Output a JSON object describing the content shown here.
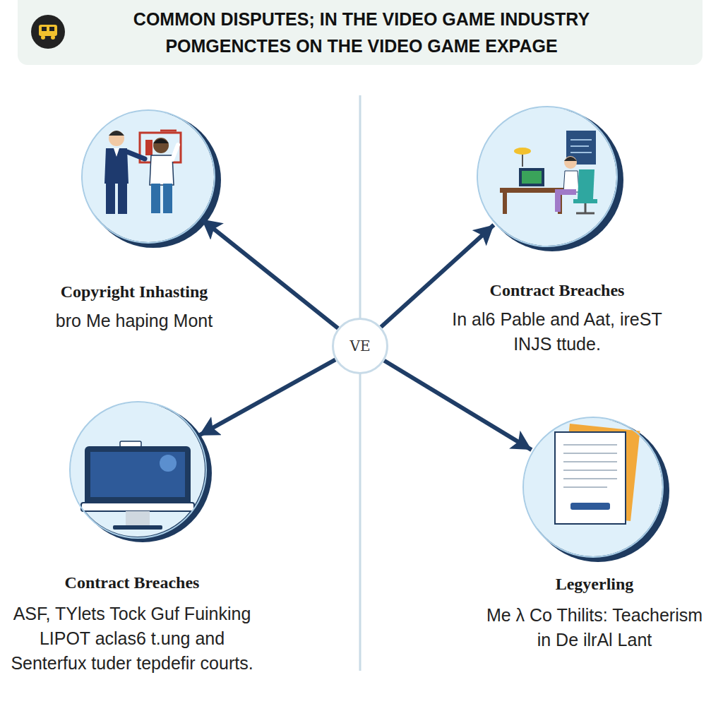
{
  "diagram": {
    "title": "COMMON DISPUTES; IN THE VIDEO GAME INDUSTRY POMGENCTES ON THE VIDEO GAME EXPAGE",
    "nodes": [
      {
        "text": [
          "Copyright Inhasting",
          "bro Me haping Mont"
        ]
      },
      {
        "text": [
          "Contract Breaches",
          "In al6 Pable and Aat, ireST INJS ttude."
        ]
      },
      {
        "text": [
          "VE"
        ]
      },
      {
        "text": [
          "Contract Breaches",
          "ASF, TYlets Tock Guf Fuinking LIPOT aclas6 t.ung and Senterfux tuder tepdefir courts."
        ]
      },
      {
        "text": [
          "Legyerling",
          "Me λ Co Thilits: Teacherism in De ilrAl Lant"
        ]
      }
    ],
    "edges": [
      {
        "from": 2,
        "to": 0,
        "arrow": "to"
      },
      {
        "from": 2,
        "to": 1,
        "arrow": "to"
      },
      {
        "from": 2,
        "to": 3,
        "arrow": "to"
      },
      {
        "from": 2,
        "to": 4,
        "arrow": "to"
      }
    ]
  }
}
